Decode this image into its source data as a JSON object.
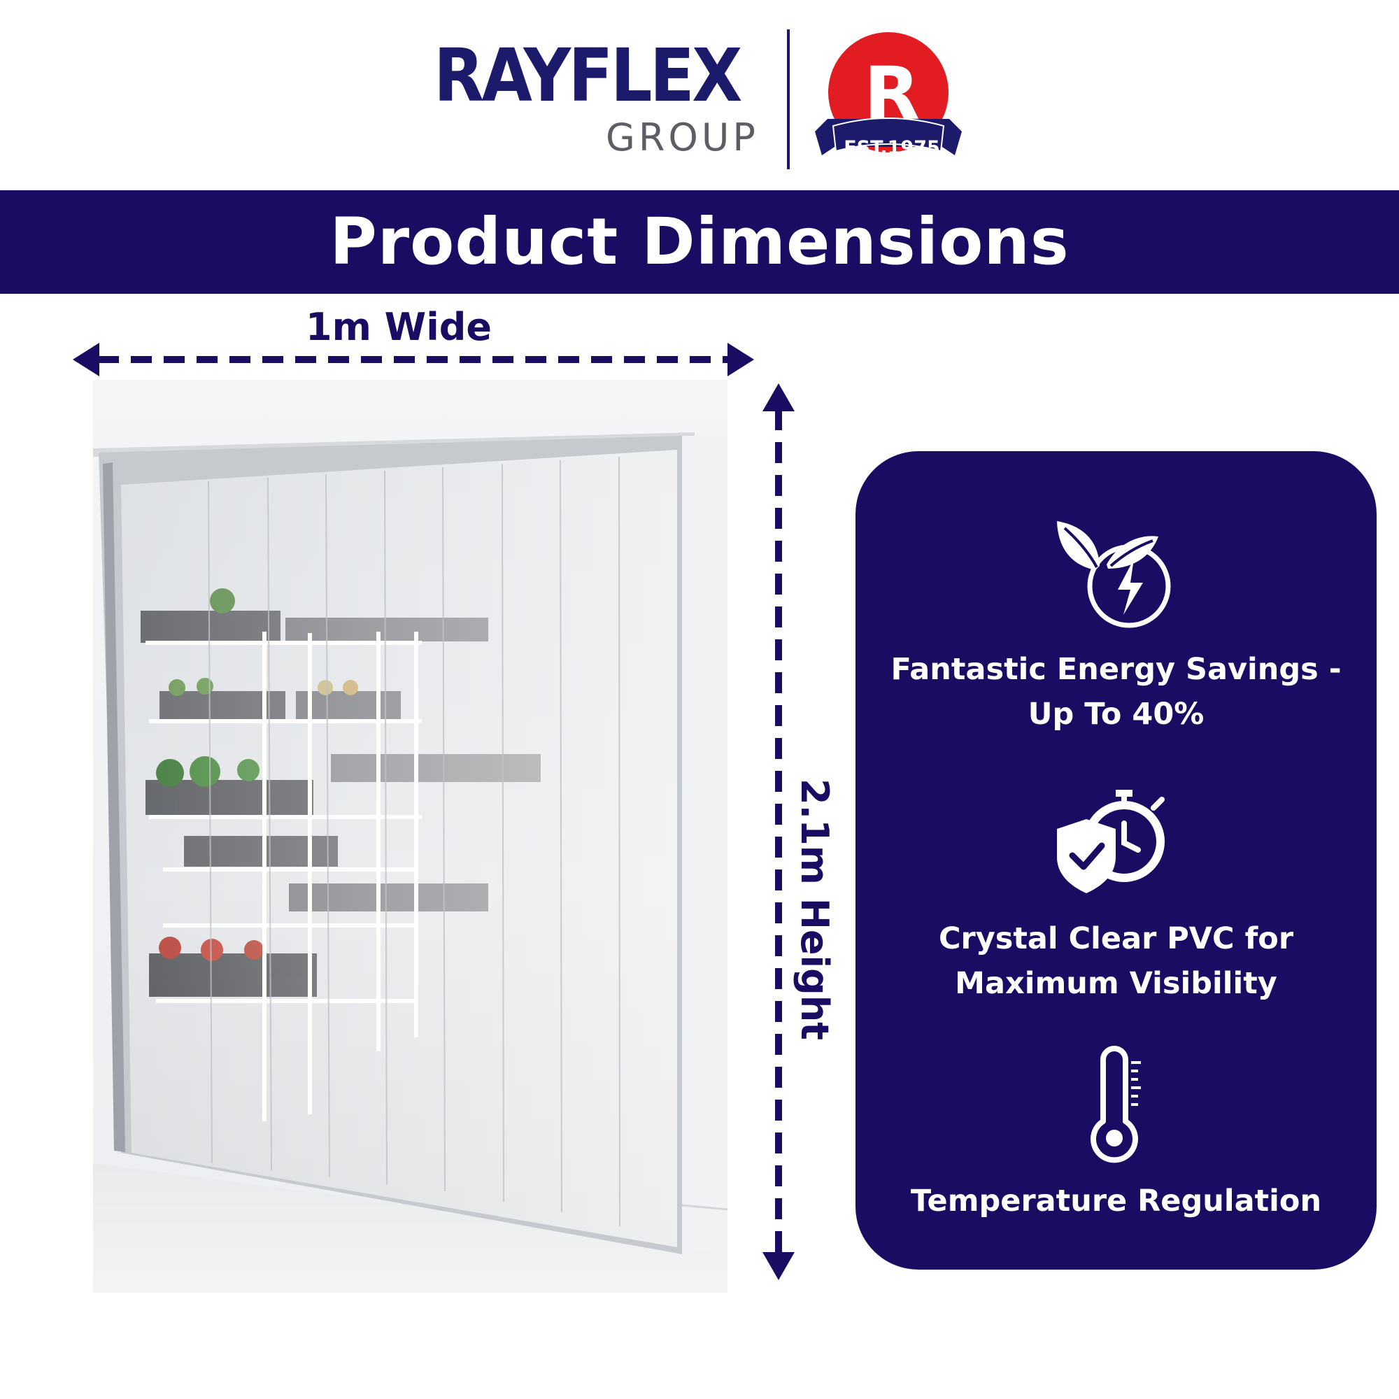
{
  "brand": {
    "name": "RAYFLEX",
    "subtitle": "GROUP",
    "badge_letter": "R",
    "badge_established": "EST.1975"
  },
  "title": "Product Dimensions",
  "dimensions": {
    "width_label": "1m Wide",
    "height_label": "2.1m Height"
  },
  "features": [
    {
      "icon": "leaf-energy-icon",
      "text": "Fantastic Energy Savings - Up To 40%"
    },
    {
      "icon": "shield-stopwatch-icon",
      "text": "Crystal Clear PVC for Maximum Visibility"
    },
    {
      "icon": "thermometer-icon",
      "text": "Temperature Regulation"
    }
  ],
  "colors": {
    "navy": "#180c63",
    "badge_red": "#e31b23",
    "grey_text": "#5d5d66",
    "white": "#ffffff"
  }
}
